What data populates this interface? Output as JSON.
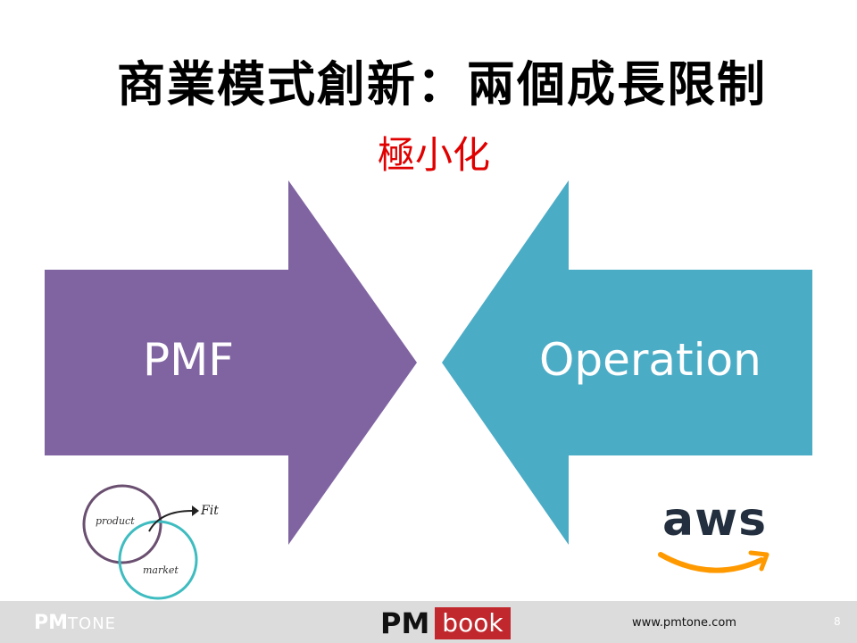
{
  "slide": {
    "title": "商業模式創新：兩個成長限制",
    "subtitle": "極小化",
    "page_number": "8"
  },
  "arrows": {
    "left": {
      "label": "PMF",
      "color": "#8064a2"
    },
    "right": {
      "label": "Operation",
      "color": "#4bacc6"
    }
  },
  "pmf_logo": {
    "circle1_label": "product",
    "circle2_label": "market",
    "arrow_label": "Fit",
    "circle1_color": "#6a4f70",
    "circle2_color": "#3fbcc0"
  },
  "aws_logo": {
    "text": "aws",
    "text_color": "#232f3e",
    "smile_color": "#ff9900"
  },
  "footer": {
    "brand_pm": "PM",
    "brand_tone": "TONE",
    "book_pm": "PM",
    "book_label": "book",
    "url": "www.pmtone.com",
    "background": "#dcdcdc",
    "book_color": "#c0282d"
  }
}
